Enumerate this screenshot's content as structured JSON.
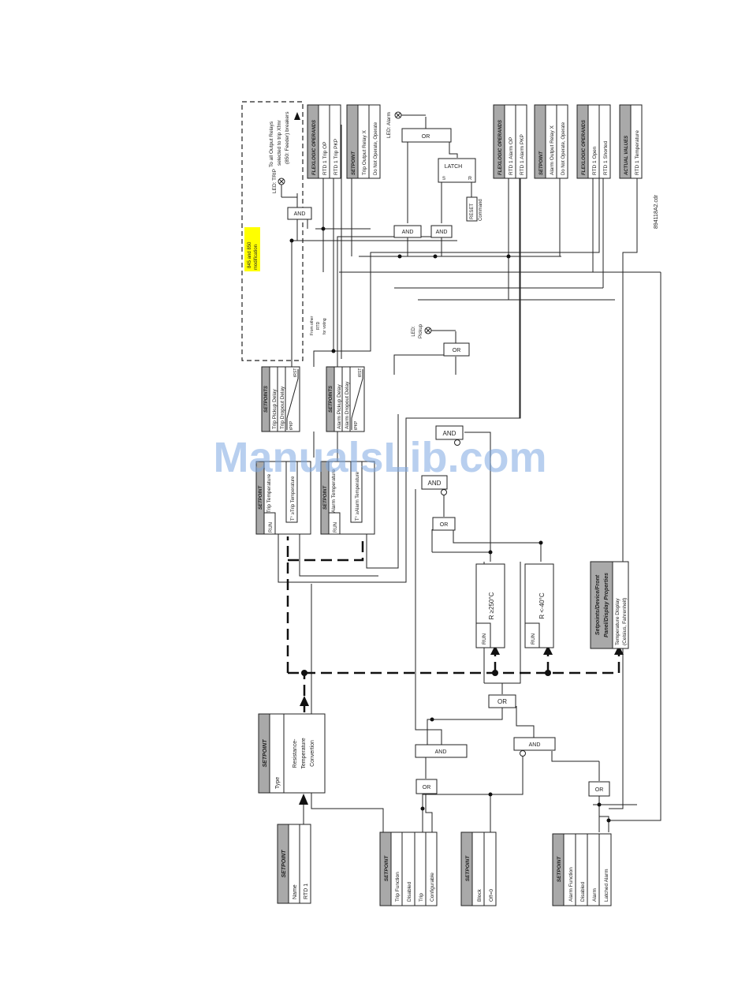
{
  "watermark": "ManualsLib.com",
  "figure_code": "894118A2.cdr",
  "setpoint_name": {
    "title": "SETPOINT",
    "row1": "Name",
    "row2": "RTD 1"
  },
  "setpoint_type": {
    "title": "SETPOINT",
    "label": "Type",
    "value1": "Resistance-",
    "value2": "Temperature",
    "value3": "Convertion"
  },
  "setpoint_trip_function": {
    "title": "SETPOINT",
    "r1": "Trip Function",
    "r2": "Disabled",
    "r3": "Trip",
    "r4": "Configurable"
  },
  "setpoint_block": {
    "title": "SETPOINT",
    "r1": "Block",
    "r2": "Off=0"
  },
  "setpoint_alarm_function": {
    "title": "SETPOINT",
    "r1": "Alarm Function",
    "r2": "Disabled",
    "r3": "Alarm",
    "r4": "Latched Alarm"
  },
  "display_props": {
    "title1": "Setpoints/Device/Front",
    "title2": "Panel/Display Properties",
    "r1": "Temperature Display",
    "r2": "(Celsius, Fahrenheit)"
  },
  "comparator_high": {
    "run": "RUN",
    "label": "R ≥250°C"
  },
  "comparator_low": {
    "run": "RUN",
    "label": "R <-40°C"
  },
  "trip_temp": {
    "title": "SETPOINT",
    "r1": "Trip Temperature",
    "run": "RUN",
    "cmp": "T° ≥Trip Temperature"
  },
  "alarm_temp": {
    "title": "SETPOINT",
    "r1": "Alarm Temperature",
    "run": "RUN",
    "cmp": "T° ≥Alarm Temperature"
  },
  "trip_delay": {
    "title": "SETPOINTS",
    "r1": "Trip Pickup Delay",
    "r2": "Trip Dropout Delay",
    "tpkp": "tPKP",
    "trst": "tRST"
  },
  "alarm_delay": {
    "title": "SETPOINTS",
    "r1": "Alarm Pickup Delay",
    "r2": "Alarm Dropout Delay",
    "tpkp": "tPKP",
    "trst": "tRST"
  },
  "flex_trip": {
    "title": "FLEXLOGIC OPERANDS",
    "r1": "RTD 1 Trip OP",
    "r2": "RTD 1 Trip PKP"
  },
  "sp_trip_relay": {
    "title": "SETPOINT",
    "r1": "Trip Output Relay X",
    "r2": "Do Not Operate, Operate"
  },
  "flex_alarm": {
    "title": "FLEXLOGIC OPERANDS",
    "r1": "RTD 1 Alarm OP",
    "r2": "RTD 1 Alarm PKP"
  },
  "sp_alarm_relay": {
    "title": "SETPOINT",
    "r1": "Alarm Output Relay X",
    "r2": "Do Not Operate, Operate"
  },
  "flex_open": {
    "title": "FLEXLOGIC OPERANDS",
    "r1": "RTD 1 Open",
    "r2": "RTD 1 Shorted"
  },
  "actual_values": {
    "title": "ACTUAL VALUES",
    "r1": "RTD 1 Temperature"
  },
  "gates": {
    "and": "AND",
    "or": "OR",
    "latch": "LATCH",
    "s": "S",
    "r": "R"
  },
  "reset": {
    "l1": "RESET",
    "l2": "Command"
  },
  "leds": {
    "trip": "LED: TRIP",
    "alarm": "LED: Alarm",
    "pickup1": "LED:",
    "pickup2": "Pickup"
  },
  "output_note": {
    "l1": "To all Output Relays",
    "l2": "selected to trip Xfmr",
    "l3": "(850: Feeder) breakers"
  },
  "modification": {
    "l1": "845 and 850",
    "l2": "modification"
  },
  "voting": {
    "l1": "From other",
    "l2": "RTD",
    "l3": "for voting"
  },
  "colors": {
    "highlight": "#ffff00",
    "header": "#a9a9a9",
    "watermark": "#7fa9e2"
  }
}
